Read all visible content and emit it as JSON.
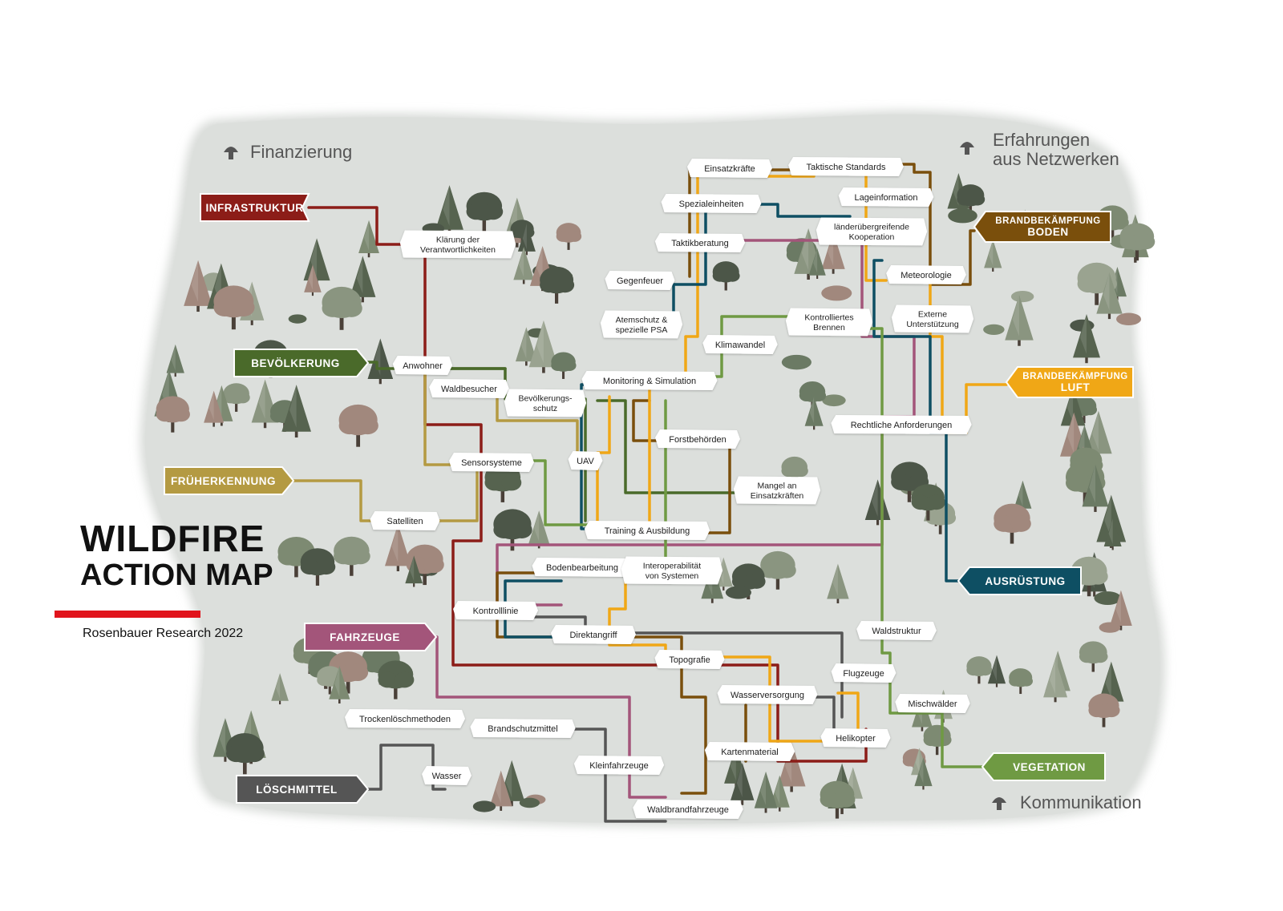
{
  "title": {
    "line1": "WILDFIRE",
    "line2": "ACTION MAP",
    "accent_color": "#e1141c"
  },
  "subtitle": "Rosenbauer Research 2022",
  "corner_labels": [
    {
      "id": "finanzierung",
      "lines": [
        "Finanzierung"
      ]
    },
    {
      "id": "erfahrungen",
      "lines": [
        "Erfahrungen",
        "aus Netzwerken"
      ]
    },
    {
      "id": "kommunikation",
      "lines": [
        "Kommunikation"
      ]
    }
  ],
  "categories": [
    {
      "id": "infrastruktur",
      "lines": [
        "INFRASTRUKTUR"
      ],
      "color": "#8c1d18"
    },
    {
      "id": "bevoelkerung",
      "lines": [
        "BEVÖLKERUNG"
      ],
      "color": "#4a6a2a"
    },
    {
      "id": "frueherkennung",
      "lines": [
        "FRÜHERKENNUNG"
      ],
      "color": "#b49a42"
    },
    {
      "id": "fahrzeuge",
      "lines": [
        "FAHRZEUGE"
      ],
      "color": "#a3557a"
    },
    {
      "id": "loeschmittel",
      "lines": [
        "LÖSCHMITTEL"
      ],
      "color": "#555555"
    },
    {
      "id": "brand-boden",
      "lines": [
        "BRANDBEKÄMPFUNG",
        "BODEN"
      ],
      "color": "#7a4f0c"
    },
    {
      "id": "brand-luft",
      "lines": [
        "BRANDBEKÄMPFUNG",
        "LUFT"
      ],
      "color": "#f0a716"
    },
    {
      "id": "ausruestung",
      "lines": [
        "AUSRÜSTUNG"
      ],
      "color": "#0e4f63"
    },
    {
      "id": "vegetation",
      "lines": [
        "VEGETATION"
      ],
      "color": "#6f9a43"
    }
  ],
  "nodes": [
    {
      "id": "klaerung",
      "lines": [
        "Klärung der",
        "Verantwortlichkeiten"
      ]
    },
    {
      "id": "anwohner",
      "lines": [
        "Anwohner"
      ]
    },
    {
      "id": "waldbesucher",
      "lines": [
        "Waldbesucher"
      ]
    },
    {
      "id": "bevschutz",
      "lines": [
        "Bevölkerungs-",
        "schutz"
      ]
    },
    {
      "id": "sensorsysteme",
      "lines": [
        "Sensorsysteme"
      ]
    },
    {
      "id": "satelliten",
      "lines": [
        "Satelliten"
      ]
    },
    {
      "id": "uav",
      "lines": [
        "UAV"
      ]
    },
    {
      "id": "einsatzkraefte",
      "lines": [
        "Einsatzkräfte"
      ]
    },
    {
      "id": "taktstandards",
      "lines": [
        "Taktische Standards"
      ]
    },
    {
      "id": "spezialeinheiten",
      "lines": [
        "Spezialeinheiten"
      ]
    },
    {
      "id": "lageinformation",
      "lines": [
        "Lageinformation"
      ]
    },
    {
      "id": "taktikberatung",
      "lines": [
        "Taktikberatung"
      ]
    },
    {
      "id": "laenderuebergreifend",
      "lines": [
        "länderübergreifende",
        "Kooperation"
      ]
    },
    {
      "id": "meteorologie",
      "lines": [
        "Meteorologie"
      ]
    },
    {
      "id": "gegenfeuer",
      "lines": [
        "Gegenfeuer"
      ]
    },
    {
      "id": "atemschutz",
      "lines": [
        "Atemschutz &",
        "spezielle PSA"
      ]
    },
    {
      "id": "klimawandel",
      "lines": [
        "Klimawandel"
      ]
    },
    {
      "id": "kontrbrennen",
      "lines": [
        "Kontrolliertes",
        "Brennen"
      ]
    },
    {
      "id": "extunterstuetzung",
      "lines": [
        "Externe",
        "Unterstützung"
      ]
    },
    {
      "id": "monitoring",
      "lines": [
        "Monitoring & Simulation"
      ]
    },
    {
      "id": "forstbehoerden",
      "lines": [
        "Forstbehörden"
      ]
    },
    {
      "id": "rechtlich",
      "lines": [
        "Rechtliche Anforderungen"
      ]
    },
    {
      "id": "mangel",
      "lines": [
        "Mangel an",
        "Einsatzkräften"
      ]
    },
    {
      "id": "training",
      "lines": [
        "Training & Ausbildung"
      ]
    },
    {
      "id": "bodenbearbeitung",
      "lines": [
        "Bodenbearbeitung"
      ]
    },
    {
      "id": "interop",
      "lines": [
        "Interoperabilität",
        "von Systemen"
      ]
    },
    {
      "id": "kontrolllinie",
      "lines": [
        "Kontrolllinie"
      ]
    },
    {
      "id": "direktangriff",
      "lines": [
        "Direktangriff"
      ]
    },
    {
      "id": "waldstruktur",
      "lines": [
        "Waldstruktur"
      ]
    },
    {
      "id": "topografie",
      "lines": [
        "Topografie"
      ]
    },
    {
      "id": "flugzeuge",
      "lines": [
        "Flugzeuge"
      ]
    },
    {
      "id": "wasserversorgung",
      "lines": [
        "Wasserversorgung"
      ]
    },
    {
      "id": "mischwaelder",
      "lines": [
        "Mischwälder"
      ]
    },
    {
      "id": "trockenloesch",
      "lines": [
        "Trockenlöschmethoden"
      ]
    },
    {
      "id": "brandschutzmittel",
      "lines": [
        "Brandschutzmittel"
      ]
    },
    {
      "id": "helikopter",
      "lines": [
        "Helikopter"
      ]
    },
    {
      "id": "kartenmaterial",
      "lines": [
        "Kartenmaterial"
      ]
    },
    {
      "id": "kleinfahrzeuge",
      "lines": [
        "Kleinfahrzeuge"
      ]
    },
    {
      "id": "wasser",
      "lines": [
        "Wasser"
      ]
    },
    {
      "id": "waldbrandfahrzeuge",
      "lines": [
        "Waldbrandfahrzeuge"
      ]
    }
  ]
}
